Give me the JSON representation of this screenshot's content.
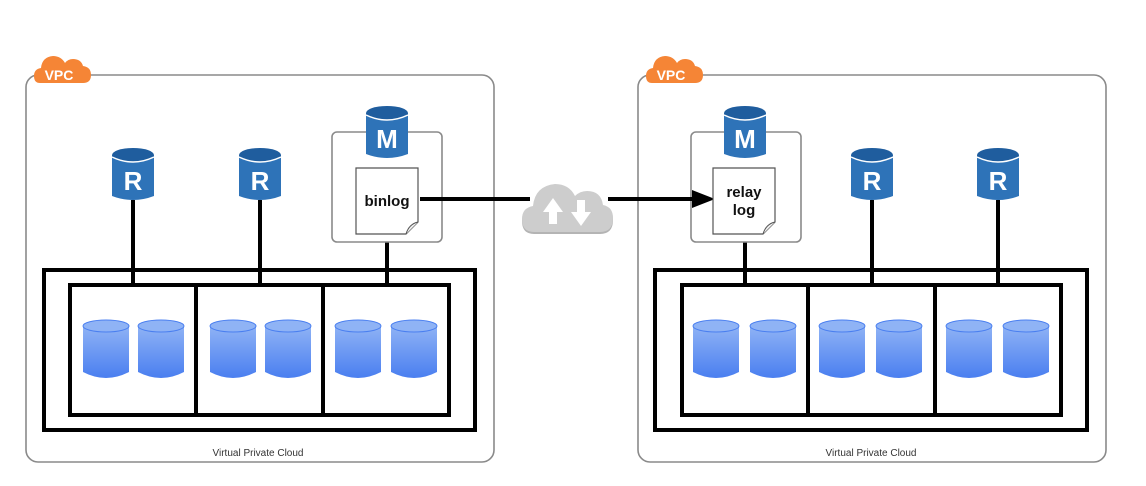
{
  "colors": {
    "vpc_badge": "#f58536",
    "node_blue": "#2e73b8",
    "node_blue_top": "#1f5d9e",
    "storage_blue_top": "#8fb3f5",
    "storage_blue_bottom": "#4a7ff0",
    "transfer_cloud": "#c9c9c9",
    "frame_gray": "#8a8a8a"
  },
  "diagram": {
    "source_vpc": {
      "badge": "VPC",
      "caption": "Virtual Private Cloud",
      "master": {
        "letter": "M",
        "log_label_lines": [
          "binlog"
        ]
      },
      "replicas": [
        {
          "letter": "R"
        },
        {
          "letter": "R"
        }
      ],
      "storage_groups": [
        {
          "volumes": 2
        },
        {
          "volumes": 2
        },
        {
          "volumes": 2
        }
      ]
    },
    "target_vpc": {
      "badge": "VPC",
      "caption": "Virtual Private Cloud",
      "master": {
        "letter": "M",
        "log_label_lines": [
          "relay",
          "log"
        ]
      },
      "replicas": [
        {
          "letter": "R"
        },
        {
          "letter": "R"
        }
      ],
      "storage_groups": [
        {
          "volumes": 2
        },
        {
          "volumes": 2
        },
        {
          "volumes": 2
        }
      ]
    },
    "transfer": {
      "icon": "cloud-upload-download-icon",
      "direction": "source-to-target"
    }
  }
}
